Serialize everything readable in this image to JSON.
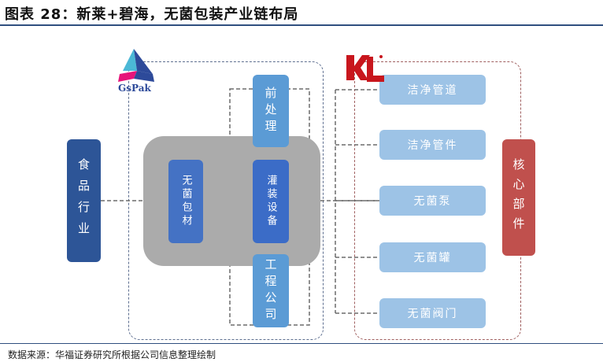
{
  "title": "图表 28：新莱+碧海，无菌包装产业链布局",
  "source": "数据来源：华福证券研究所根据公司信息整理绘制",
  "logos": {
    "left": "GsPak",
    "right": "KL"
  },
  "food_industry": "食品行业",
  "sterile_material": "无菌包材",
  "equipment": {
    "pre_treatment": "前处理",
    "filling": "灌装设备",
    "engineering": "工程公司"
  },
  "components": [
    "洁净管道",
    "洁净管件",
    "无菌泵",
    "无菌罐",
    "无菌阀门"
  ],
  "core_parts": "核心部件",
  "colors": {
    "dark_blue": "#2d5597",
    "mid_blue": "#4472c4",
    "light_blue": "#5b9bd5",
    "pale_blue": "#9dc3e6",
    "red": "#c0504d",
    "gray": "#ababab"
  }
}
